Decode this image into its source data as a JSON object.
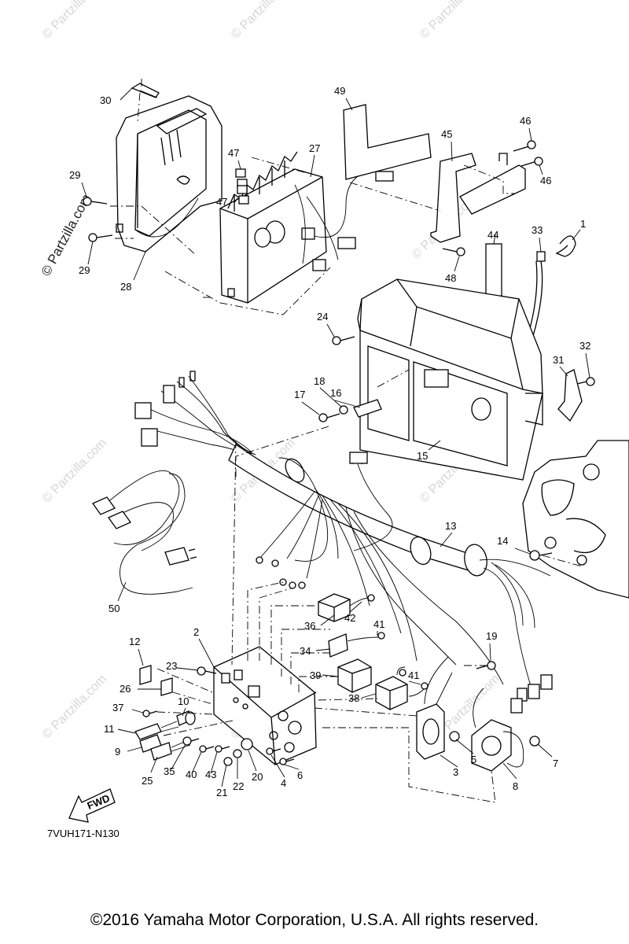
{
  "watermark_text": "Partzilla.com",
  "watermark_symbol": "©",
  "diagram_code": "7VUH171-N130",
  "fwd_label": "FWD",
  "copyright": "©2016  Yamaha Motor Corporation, U.S.A. All rights reserved.",
  "part_numbers": [
    "1",
    "2",
    "3",
    "4",
    "5",
    "6",
    "7",
    "8",
    "9",
    "10",
    "11",
    "12",
    "13",
    "14",
    "15",
    "16",
    "17",
    "18",
    "19",
    "20",
    "21",
    "22",
    "23",
    "24",
    "25",
    "26",
    "27",
    "28",
    "29",
    "29",
    "30",
    "31",
    "32",
    "33",
    "34",
    "35",
    "36",
    "37",
    "38",
    "39",
    "40",
    "41",
    "41",
    "42",
    "43",
    "44",
    "45",
    "46",
    "46",
    "47",
    "47",
    "48",
    "49",
    "50"
  ]
}
